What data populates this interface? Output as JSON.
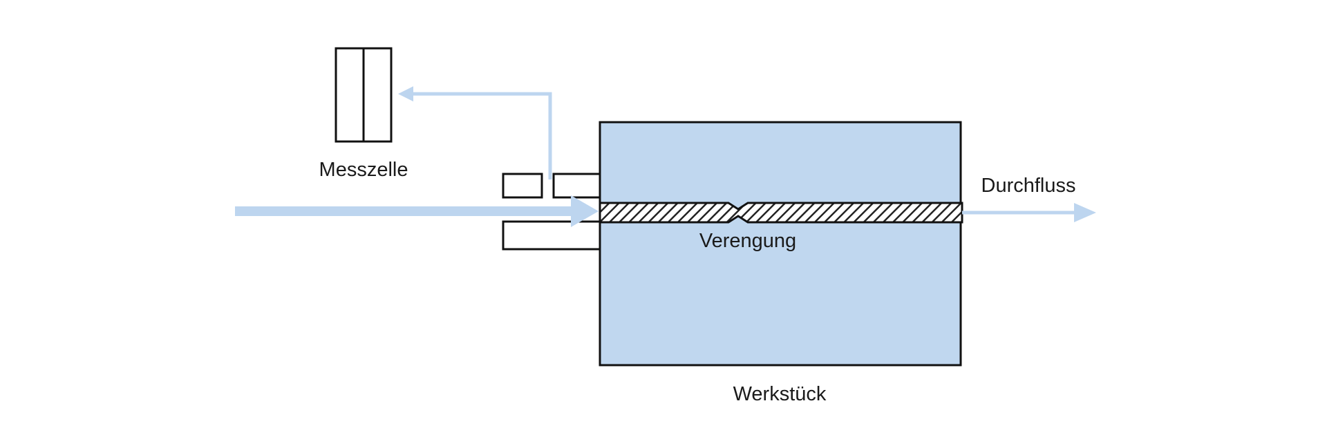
{
  "labels": {
    "measuring_cell": "Messzelle",
    "flow": "Durchfluss",
    "constriction": "Verengung",
    "workpiece": "Werkstück"
  },
  "colors": {
    "flow_arrow": "#bdd5ef",
    "workpiece_fill": "#c0d7ef",
    "outline": "#111111",
    "background": "#ffffff"
  }
}
